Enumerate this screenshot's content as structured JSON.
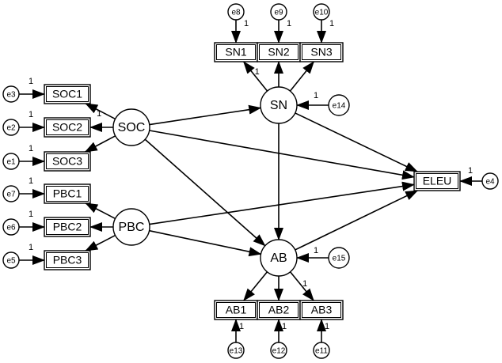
{
  "latents": [
    {
      "id": "SOC",
      "label": "SOC"
    },
    {
      "id": "PBC",
      "label": "PBC"
    },
    {
      "id": "SN",
      "label": "SN"
    },
    {
      "id": "AB",
      "label": "AB"
    }
  ],
  "observed": [
    {
      "id": "SOC1",
      "label": "SOC1"
    },
    {
      "id": "SOC2",
      "label": "SOC2"
    },
    {
      "id": "SOC3",
      "label": "SOC3"
    },
    {
      "id": "PBC1",
      "label": "PBC1"
    },
    {
      "id": "PBC2",
      "label": "PBC2"
    },
    {
      "id": "PBC3",
      "label": "PBC3"
    },
    {
      "id": "SN1",
      "label": "SN1"
    },
    {
      "id": "SN2",
      "label": "SN2"
    },
    {
      "id": "SN3",
      "label": "SN3"
    },
    {
      "id": "AB1",
      "label": "AB1"
    },
    {
      "id": "AB2",
      "label": "AB2"
    },
    {
      "id": "AB3",
      "label": "AB3"
    },
    {
      "id": "ELEU",
      "label": "ELEU"
    }
  ],
  "errors": [
    {
      "id": "e1",
      "label": "e1",
      "target": "SOC3"
    },
    {
      "id": "e2",
      "label": "e2",
      "target": "SOC2"
    },
    {
      "id": "e3",
      "label": "e3",
      "target": "SOC1"
    },
    {
      "id": "e4",
      "label": "e4",
      "target": "ELEU"
    },
    {
      "id": "e5",
      "label": "e5",
      "target": "PBC3"
    },
    {
      "id": "e6",
      "label": "e6",
      "target": "PBC2"
    },
    {
      "id": "e7",
      "label": "e7",
      "target": "PBC1"
    },
    {
      "id": "e8",
      "label": "e8",
      "target": "SN1"
    },
    {
      "id": "e9",
      "label": "e9",
      "target": "SN2"
    },
    {
      "id": "e10",
      "label": "e10",
      "target": "SN3"
    },
    {
      "id": "e11",
      "label": "e11",
      "target": "AB3"
    },
    {
      "id": "e12",
      "label": "e12",
      "target": "AB2"
    },
    {
      "id": "e13",
      "label": "e13",
      "target": "AB1"
    },
    {
      "id": "e14",
      "label": "e14",
      "target": "SN"
    },
    {
      "id": "e15",
      "label": "e15",
      "target": "AB"
    }
  ],
  "paths": [
    {
      "from": "SOC",
      "to": "SN"
    },
    {
      "from": "SOC",
      "to": "ELEU"
    },
    {
      "from": "SOC",
      "to": "AB"
    },
    {
      "from": "PBC",
      "to": "ELEU"
    },
    {
      "from": "PBC",
      "to": "AB"
    },
    {
      "from": "SN",
      "to": "AB"
    },
    {
      "from": "SN",
      "to": "ELEU"
    },
    {
      "from": "AB",
      "to": "ELEU"
    }
  ],
  "loadings": [
    {
      "from": "SOC",
      "to": "SOC1",
      "label": "1"
    },
    {
      "from": "SOC",
      "to": "SOC2",
      "label": ""
    },
    {
      "from": "SOC",
      "to": "SOC3",
      "label": ""
    },
    {
      "from": "PBC",
      "to": "PBC1",
      "label": ""
    },
    {
      "from": "PBC",
      "to": "PBC2",
      "label": ""
    },
    {
      "from": "PBC",
      "to": "PBC3",
      "label": ""
    },
    {
      "from": "SN",
      "to": "SN1",
      "label": "1"
    },
    {
      "from": "SN",
      "to": "SN2",
      "label": ""
    },
    {
      "from": "SN",
      "to": "SN3",
      "label": ""
    },
    {
      "from": "AB",
      "to": "AB1",
      "label": ""
    },
    {
      "from": "AB",
      "to": "AB2",
      "label": ""
    },
    {
      "from": "AB",
      "to": "AB3",
      "label": "1"
    }
  ],
  "fixed_weight_label": "1"
}
